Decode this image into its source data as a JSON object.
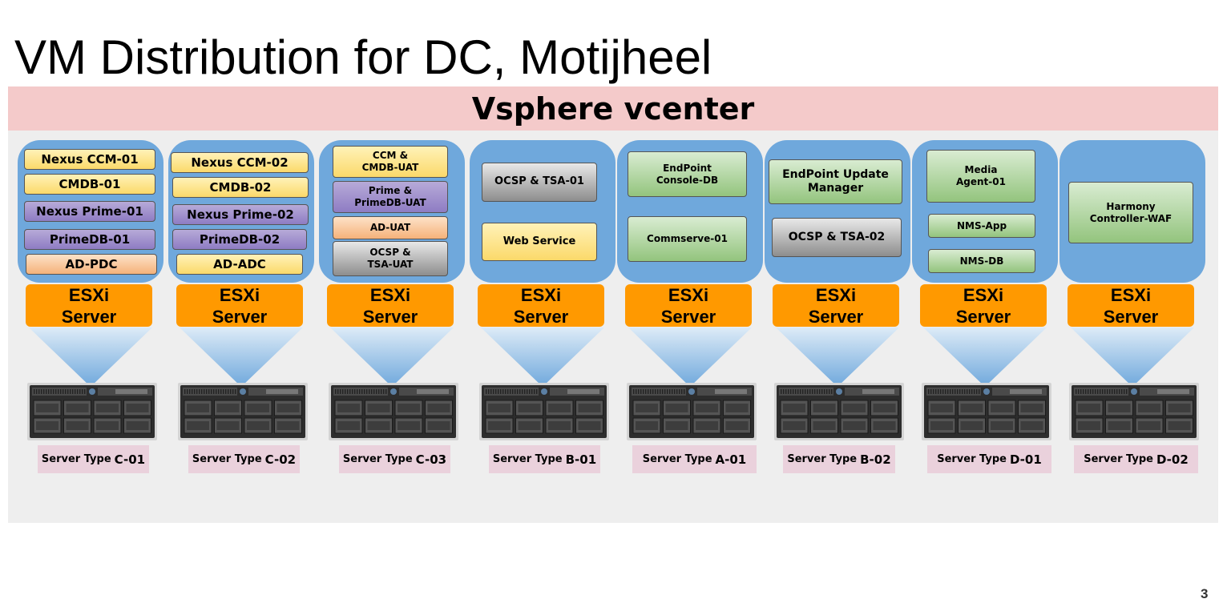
{
  "title": "VM Distribution for DC, Motijheel",
  "banner": "Vsphere vcenter",
  "page_number": "3",
  "colors": {
    "host_bg": "#6fa8dc",
    "esxi_bg": "#ff9900",
    "banner_bg": "#f4caca",
    "label_bg": "#ead1dc",
    "canvas_bg": "#eeeeee"
  },
  "esxi": {
    "line1": "ESXi",
    "line2": "Server"
  },
  "servers": [
    {
      "vms": [
        {
          "label": "Nexus CCM-01",
          "style": "yel"
        },
        {
          "label": "CMDB-01",
          "style": "yel"
        },
        {
          "label": "Nexus Prime-01",
          "style": "pur"
        },
        {
          "label": "PrimeDB-01",
          "style": "pur"
        },
        {
          "label": "AD-PDC",
          "style": "ora"
        }
      ],
      "type_text": "Server Type",
      "type_code": "C-01"
    },
    {
      "vms": [
        {
          "label": "Nexus CCM-02",
          "style": "yel"
        },
        {
          "label": "CMDB-02",
          "style": "yel"
        },
        {
          "label": "Nexus Prime-02",
          "style": "pur"
        },
        {
          "label": "PrimeDB-02",
          "style": "pur"
        },
        {
          "label": "AD-ADC",
          "style": "yel"
        }
      ],
      "type_text": "Server Type",
      "type_code": "C-02"
    },
    {
      "vms": [
        {
          "label": "CCM &\nCMDB-UAT",
          "style": "yel"
        },
        {
          "label": "Prime &\nPrimeDB-UAT",
          "style": "pur"
        },
        {
          "label": "AD-UAT",
          "style": "ora"
        },
        {
          "label": "OCSP &\nTSA-UAT",
          "style": "gry"
        }
      ],
      "type_text": "Server Type",
      "type_code": "C-03"
    },
    {
      "vms": [
        {
          "label": "OCSP & TSA-01",
          "style": "gry"
        },
        {
          "label": "Web Service",
          "style": "yel"
        }
      ],
      "type_text": "Server Type",
      "type_code": "B-01"
    },
    {
      "vms": [
        {
          "label": "EndPoint\nConsole-DB",
          "style": "grn"
        },
        {
          "label": "Commserve-01",
          "style": "grn"
        }
      ],
      "type_text": "Server Type",
      "type_code": "A-01"
    },
    {
      "vms": [
        {
          "label": "EndPoint Update\nManager",
          "style": "grn"
        },
        {
          "label": "OCSP & TSA-02",
          "style": "gry"
        }
      ],
      "type_text": "Server Type",
      "type_code": "B-02"
    },
    {
      "vms": [
        {
          "label": "Media\nAgent-01",
          "style": "grn"
        },
        {
          "label": "NMS-App",
          "style": "grn"
        },
        {
          "label": "NMS-DB",
          "style": "grn"
        }
      ],
      "type_text": "Server Type",
      "type_code": "D-01"
    },
    {
      "vms": [
        {
          "label": "Harmony\nController-WAF",
          "style": "grn"
        }
      ],
      "type_text": "Server Type",
      "type_code": "D-02"
    }
  ]
}
